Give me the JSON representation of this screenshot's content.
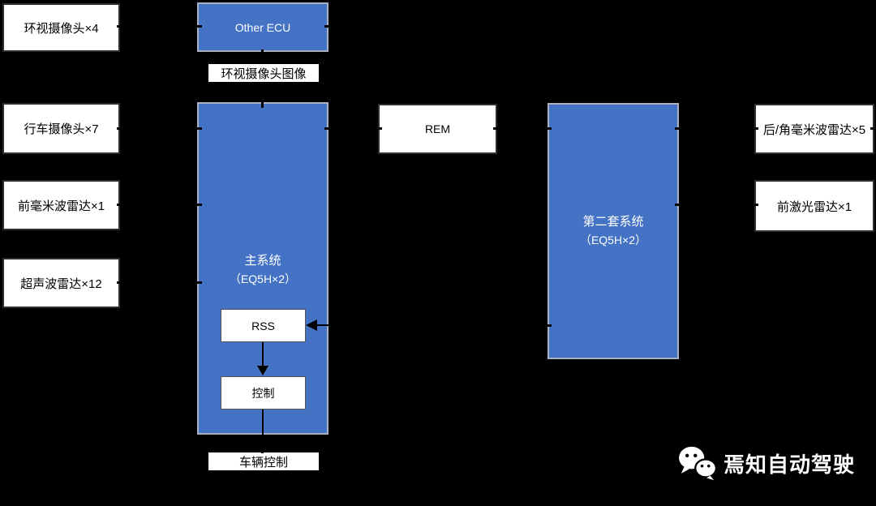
{
  "diagram": {
    "background": "#000000",
    "colors": {
      "system_box_fill": "#4472C4",
      "system_box_border": "#a9b2c3",
      "io_box_fill": "#ffffff",
      "io_box_text": "#000000",
      "system_box_text": "#ffffff",
      "connector": "#000000",
      "watermark_text": "#ffffff"
    },
    "left_sensors": [
      {
        "label": "环视摄像头×4"
      },
      {
        "label": "行车摄像头×7"
      },
      {
        "label": "前毫米波雷达×1"
      },
      {
        "label": "超声波雷达×12"
      }
    ],
    "other_ecu": {
      "label": "Other ECU"
    },
    "surround_image_label": "环视摄像头图像",
    "main_system": {
      "title": "主系统",
      "subtitle": "（EQ5H×2）",
      "rss_label": "RSS",
      "control_label": "控制"
    },
    "vehicle_control_label": "车辆控制",
    "rem": {
      "label": "REM"
    },
    "second_system": {
      "title": "第二套系统",
      "subtitle": "（EQ5H×2）"
    },
    "right_sensors": [
      {
        "label": "后/角毫米波雷达×5"
      },
      {
        "label": "前激光雷达×1"
      }
    ],
    "watermark": {
      "brand": "焉知自动驾驶",
      "icon": "wechat-icon"
    }
  }
}
